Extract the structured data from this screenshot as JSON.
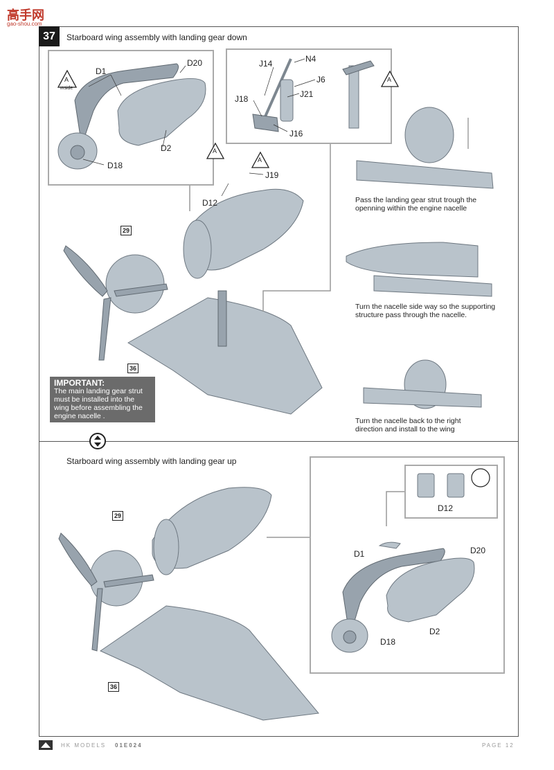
{
  "watermark": {
    "logo": "高手网",
    "site": "gao-shou.com"
  },
  "step": {
    "number": "37",
    "title": "Starboard wing assembly with landing gear down"
  },
  "step_b": {
    "title": "Starboard wing assembly with landing gear up"
  },
  "parts": {
    "d1": "D1",
    "d20": "D20",
    "d2": "D2",
    "d18": "D18",
    "d12": "D12",
    "j14": "J14",
    "n4": "N4",
    "j6": "J6",
    "j21": "J21",
    "j18": "J18",
    "j16": "J16",
    "j19": "J19"
  },
  "marker": {
    "a": "A",
    "inside": "inside"
  },
  "refs": {
    "r29": "29",
    "r36": "36"
  },
  "notes": {
    "pass1": "Pass the landing gear strut trough the",
    "pass2": "openning within the engine nacelle",
    "turn1": "Turn the nacelle side way so the supporting",
    "turn2": "structure pass through the nacelle.",
    "back1": "Turn the nacelle back to the right",
    "back2": "direction and install to the wing"
  },
  "important": {
    "head": "IMPORTANT:",
    "l1": "The main landing gear strut",
    "l2": "must be installed into the",
    "l3": "wing before assembling the",
    "l4": "engine nacelle ."
  },
  "footer": {
    "brand": "HK MODELS",
    "code": "01E024",
    "page": "PAGE 12"
  }
}
